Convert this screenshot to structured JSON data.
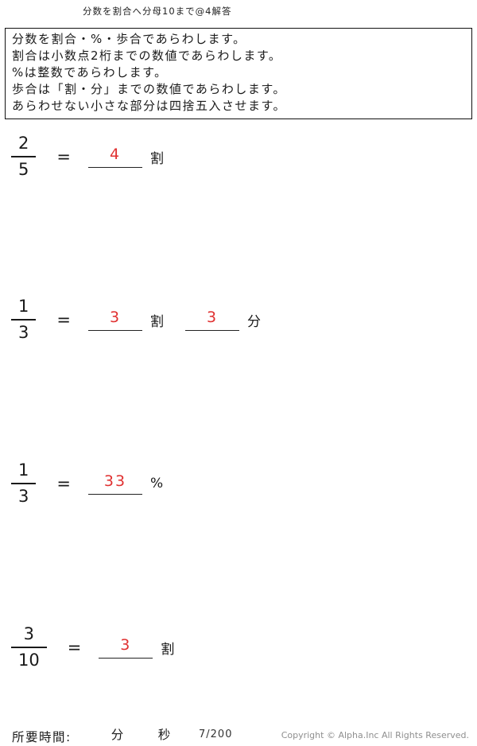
{
  "header": {
    "title": "分数を割合へ分母10まで@4解答"
  },
  "instructions": [
    "分数を割合・%・歩合であらわします。",
    "割合は小数点2桁までの数値であらわします。",
    "%は整数であらわします。",
    "歩合は「割・分」までの数値であらわします。",
    "あらわせない小さな部分は四捨五入させます。"
  ],
  "problems": [
    {
      "numerator": "2",
      "denominator": "5",
      "equals": "=",
      "answers": [
        {
          "value": "4",
          "unit": "割"
        }
      ]
    },
    {
      "numerator": "1",
      "denominator": "3",
      "equals": "=",
      "answers": [
        {
          "value": "3",
          "unit": "割"
        },
        {
          "value": "3",
          "unit": "分"
        }
      ]
    },
    {
      "numerator": "1",
      "denominator": "3",
      "equals": "=",
      "answers": [
        {
          "value": "33",
          "unit": "%"
        }
      ]
    },
    {
      "numerator": "3",
      "denominator": "10",
      "equals": "=",
      "answers": [
        {
          "value": "3",
          "unit": "割"
        }
      ]
    }
  ],
  "footer": {
    "time_label": "所要時間:",
    "minutes_unit": "分",
    "seconds_unit": "秒",
    "page_number": "7/200",
    "copyright": "Copyright ©  Alpha.Inc All Rights Reserved."
  },
  "colors": {
    "answer_red": "#e03131",
    "text": "#1a1a1a",
    "copyright_gray": "#8f8f8f"
  }
}
